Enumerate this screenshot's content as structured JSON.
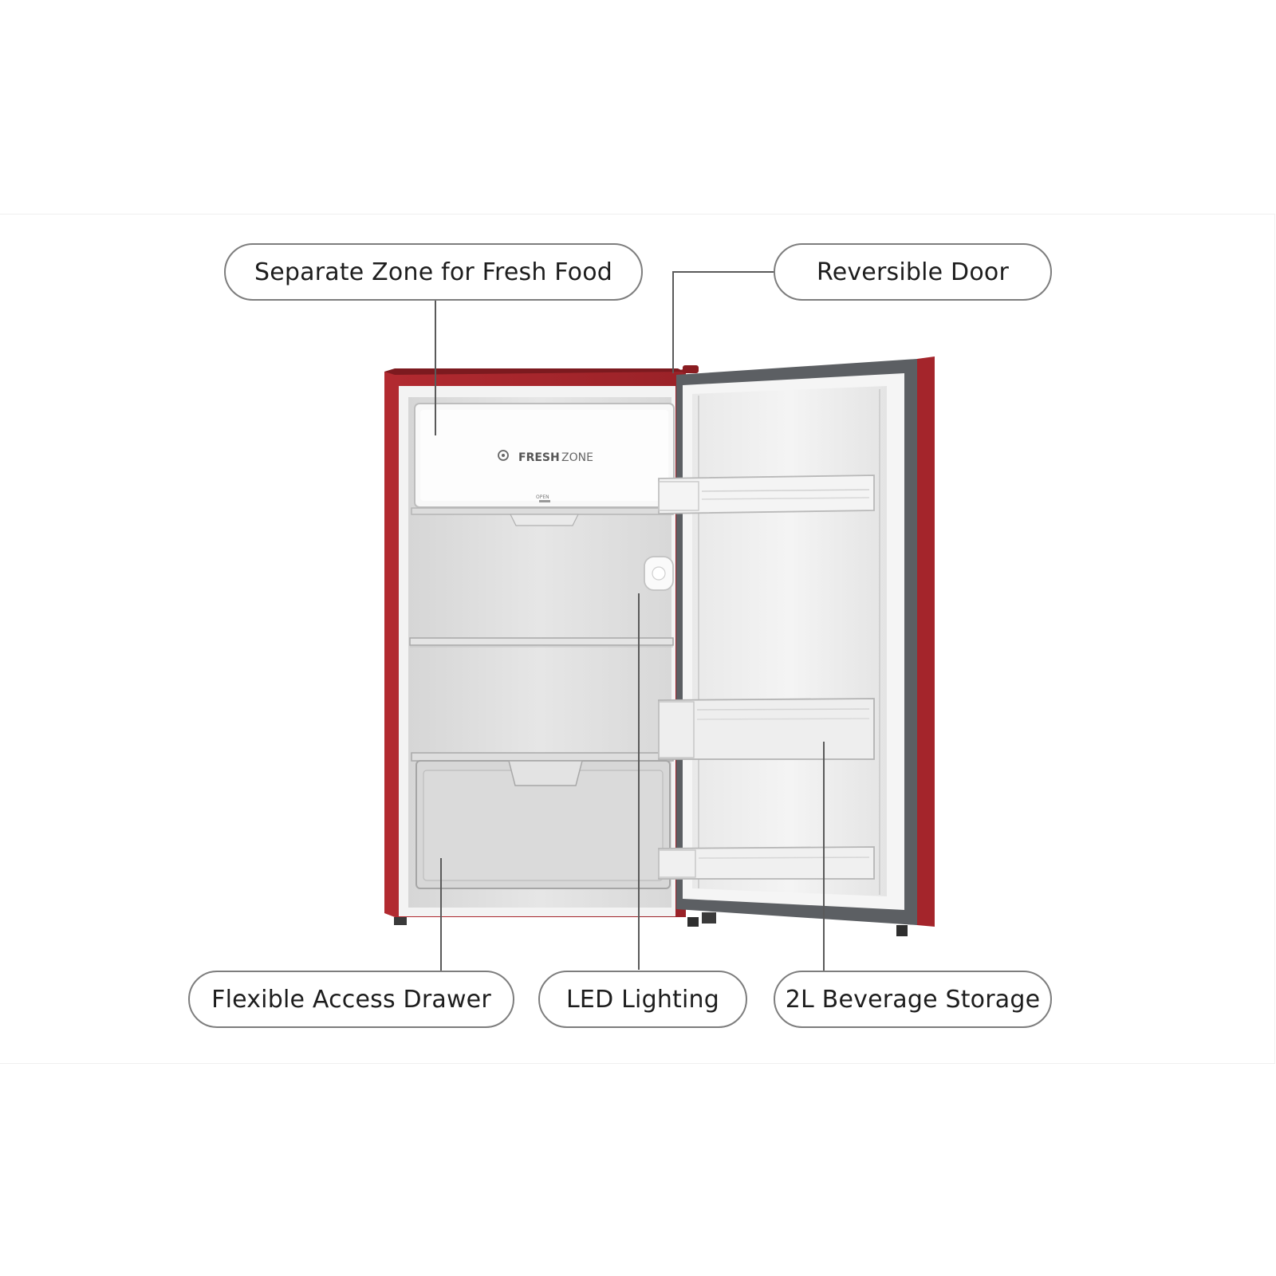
{
  "callouts": {
    "fresh_food": "Separate Zone for Fresh Food",
    "reversible_door": "Reversible Door",
    "drawer": "Flexible Access Drawer",
    "led": "LED Lighting",
    "beverage": "2L Beverage Storage"
  },
  "fridge": {
    "zone_brand": "FRESH",
    "zone_name": "ZONE",
    "zone_button": "OPEN",
    "cabinet_color": "#b22a30",
    "line_color": "#5a5a5a"
  }
}
